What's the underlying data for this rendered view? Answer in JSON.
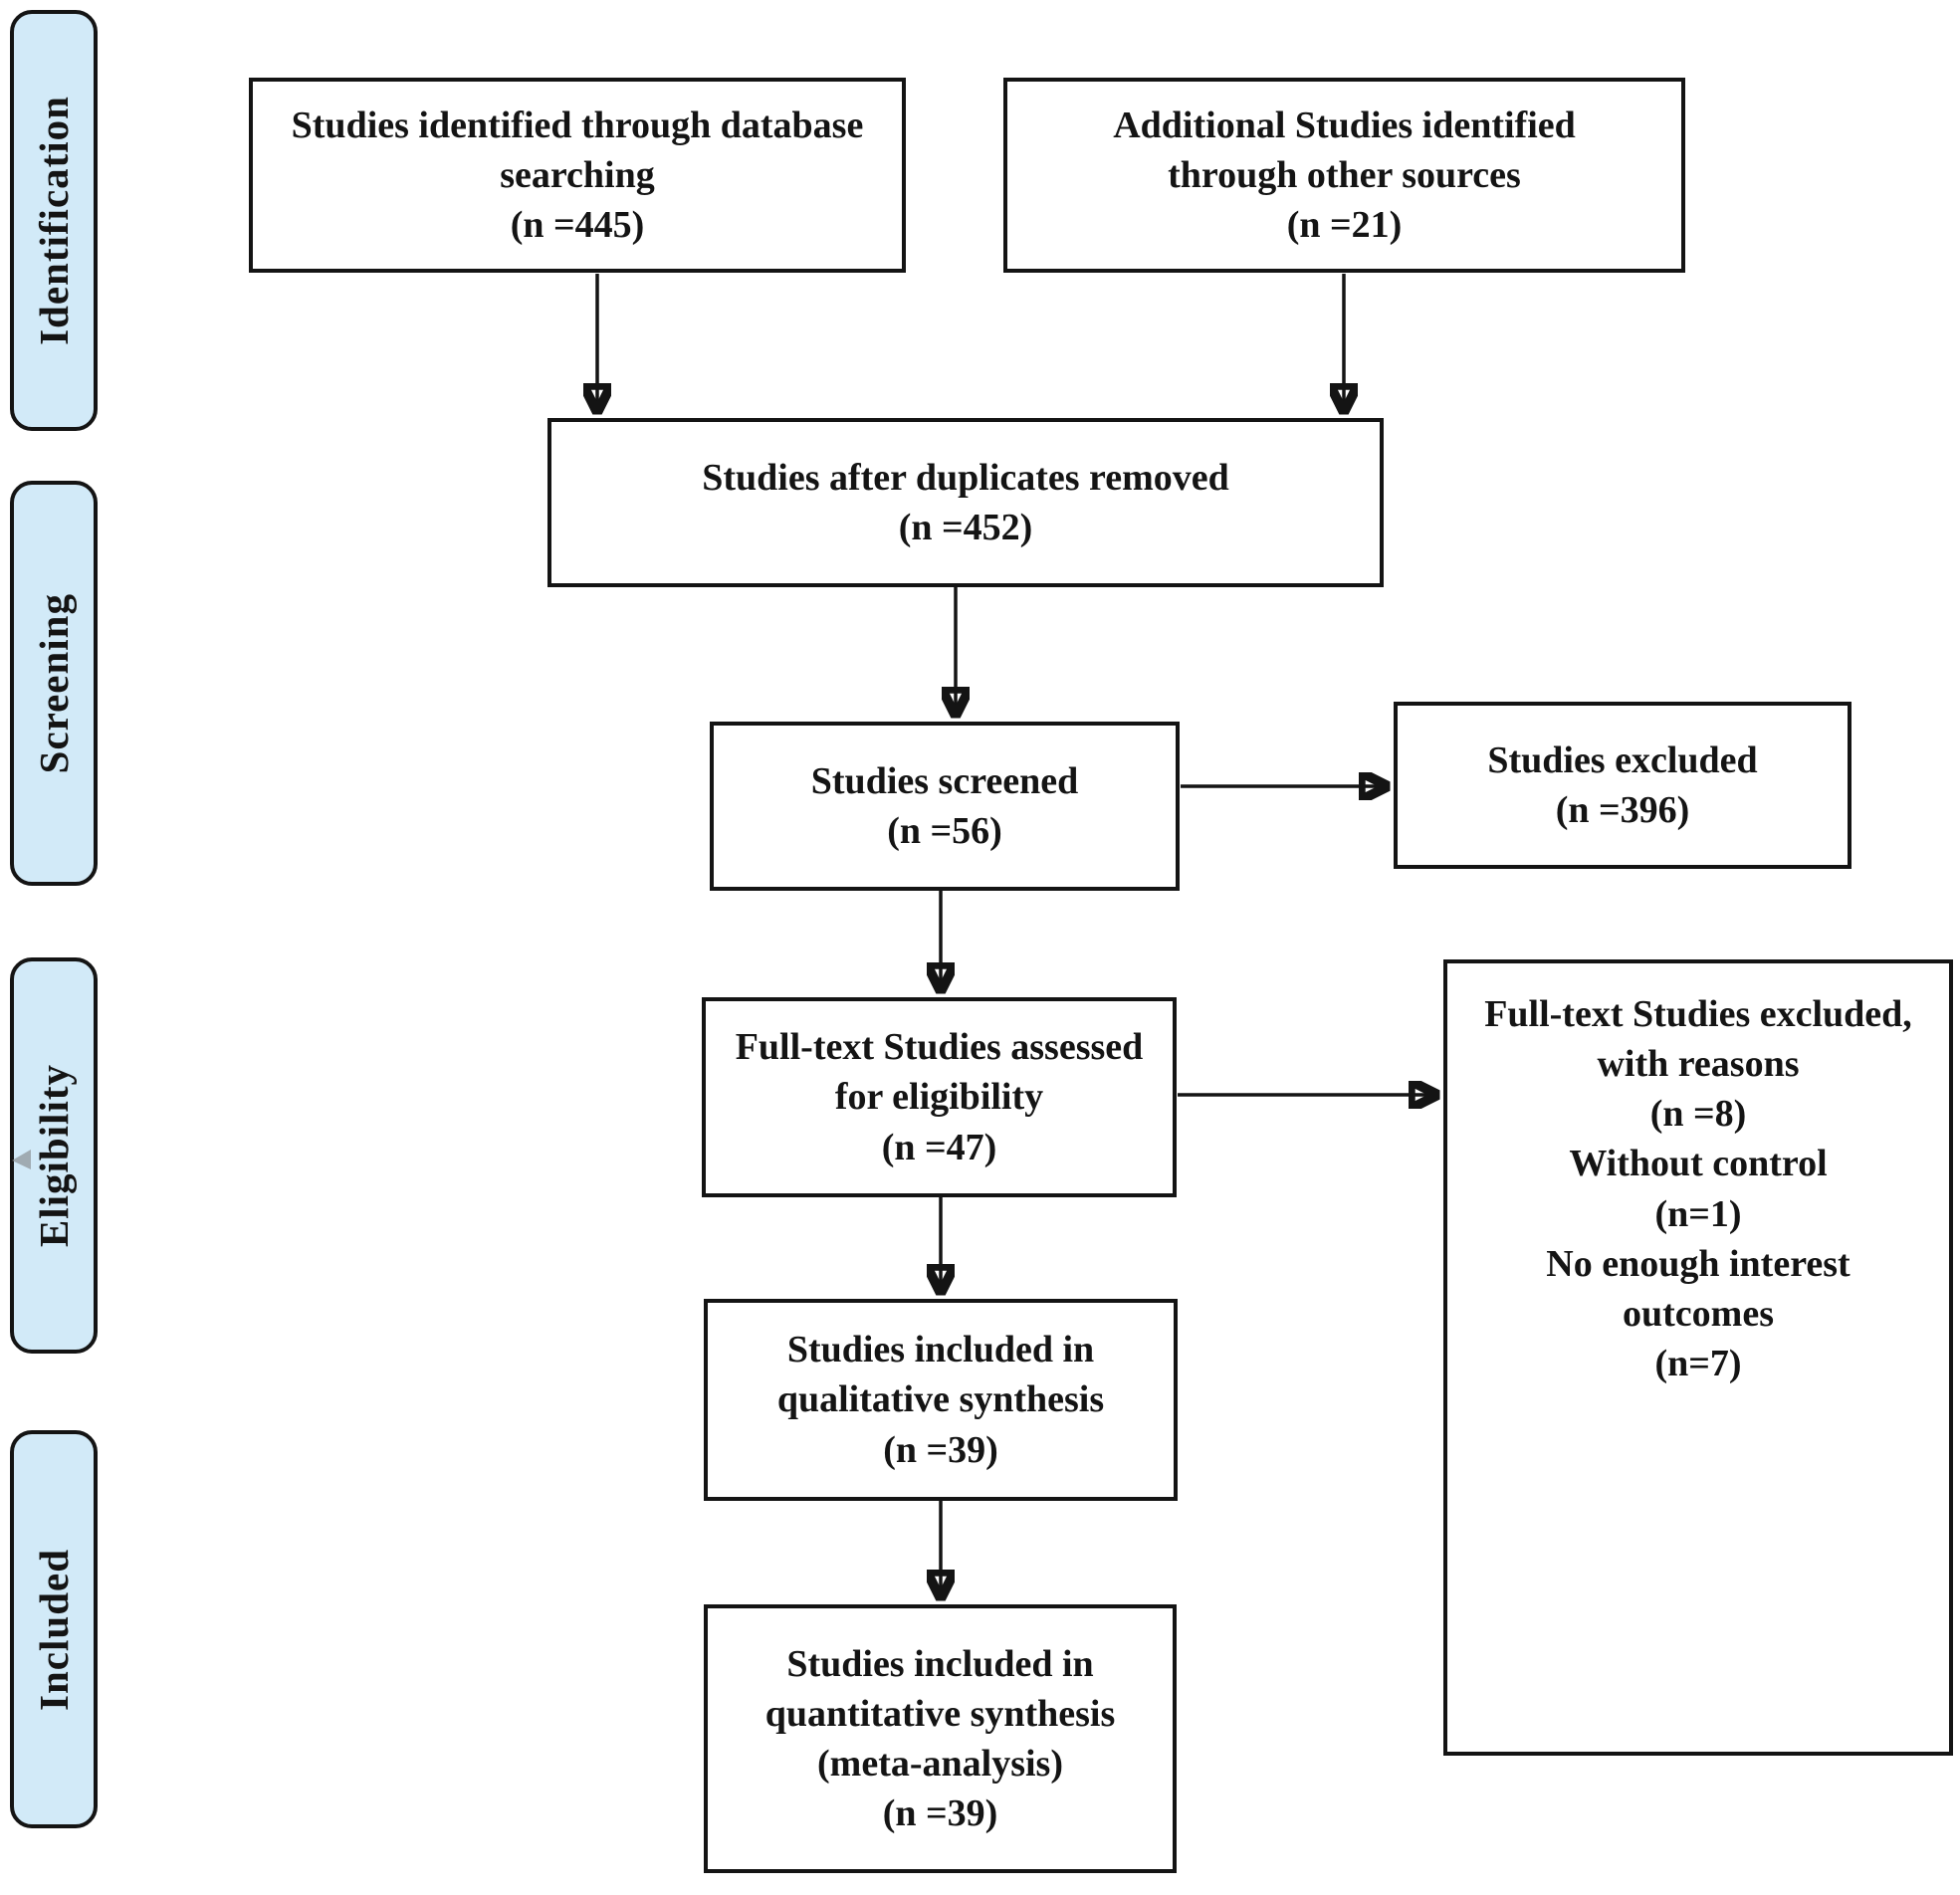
{
  "colors": {
    "stage_fill": "#d2eaf8",
    "line": "#141414",
    "background": "#ffffff"
  },
  "sidebar": {
    "stages": [
      {
        "id": "identification",
        "label": "Identification"
      },
      {
        "id": "screening",
        "label": "Screening"
      },
      {
        "id": "eligibility",
        "label": "Eligibility"
      },
      {
        "id": "included",
        "label": "Included"
      }
    ]
  },
  "flow": {
    "identified_db": "Studies identified through database\nsearching\n(n =445)",
    "identified_other": "Additional Studies identified\nthrough other sources\n(n =21)",
    "duplicates_removed": "Studies after duplicates removed\n(n =452)",
    "screened": "Studies screened\n(n =56)",
    "excluded": "Studies excluded\n(n =396)",
    "fulltext_assessed": "Full-text Studies assessed\nfor eligibility\n(n =47)",
    "fulltext_excluded": "Full-text Studies excluded,\nwith reasons\n(n =8)\nWithout control\n(n=1)\nNo enough interest\noutcomes\n(n=7)",
    "qualitative": "Studies included in\nqualitative synthesis\n(n =39)",
    "quantitative": "Studies included in\nquantitative synthesis\n(meta-analysis)\n(n =39)"
  }
}
